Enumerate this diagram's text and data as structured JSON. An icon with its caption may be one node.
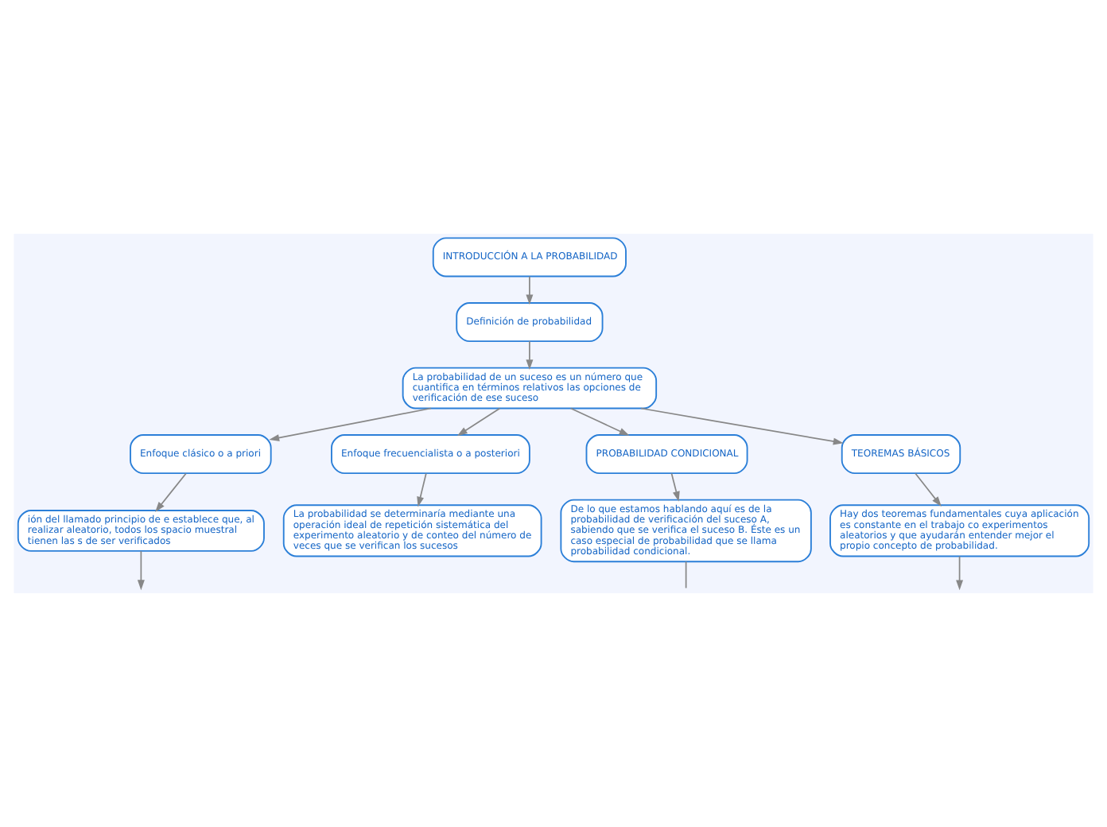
{
  "diagram": {
    "nodes": [
      {
        "text": [
          "INTRODUCCIÓN A LA PROBABILIDAD"
        ]
      },
      {
        "text": [
          "Definición de probabilidad"
        ]
      },
      {
        "text": [
          "La probabilidad de un suceso es un número que cuantifica en términos relativos las opciones de verificación de ese suceso"
        ]
      },
      {
        "text": [
          "Enfoque clásico o a priori"
        ]
      },
      {
        "text": [
          "ión del llamado principio de e establece que, al realizar aleatorio, todos los spacio muestral tienen las s de ser verificados"
        ]
      },
      {
        "text": [
          "Enfoque frecuencialista o a posteriori"
        ]
      },
      {
        "text": [
          "La probabilidad se determinaría mediante una operación ideal de repetición sistemática del experimento aleatorio y de conteo del número de veces que se verifican los sucesos"
        ]
      },
      {
        "text": [
          "PROBABILIDAD CONDICIONAL"
        ]
      },
      {
        "text": [
          "De lo que estamos hablando aquí es de la probabilidad de verificación del suceso A, sabiendo que se verifica el suceso B. Éste es un caso especial de probabilidad que se llama probabilidad condicional."
        ]
      },
      {
        "text": [
          "TEOREMAS BÁSICOS"
        ]
      },
      {
        "text": [
          "Hay dos teoremas fundamentales cuya aplicación es constante en el trabajo co experimentos aleatorios y que ayudarán entender mejor el propio concepto de probabilidad."
        ]
      }
    ],
    "edges": [
      {
        "from": 0,
        "to": 1,
        "arrow": "to"
      },
      {
        "from": 1,
        "to": 2,
        "arrow": "to"
      },
      {
        "from": 2,
        "to": 3,
        "arrow": "to"
      },
      {
        "from": 2,
        "to": 5,
        "arrow": "to"
      },
      {
        "from": 2,
        "to": 7,
        "arrow": "to"
      },
      {
        "from": 2,
        "to": 9,
        "arrow": "to"
      },
      {
        "from": 3,
        "to": 4,
        "arrow": "to"
      },
      {
        "from": 5,
        "to": 6,
        "arrow": "to"
      },
      {
        "from": 7,
        "to": 8,
        "arrow": "to"
      },
      {
        "from": 9,
        "to": 10,
        "arrow": "to"
      },
      {
        "from": 4,
        "to": null,
        "arrow": "to"
      },
      {
        "from": 8,
        "to": null,
        "arrow": "none"
      },
      {
        "from": 10,
        "to": null,
        "arrow": "to"
      }
    ]
  }
}
